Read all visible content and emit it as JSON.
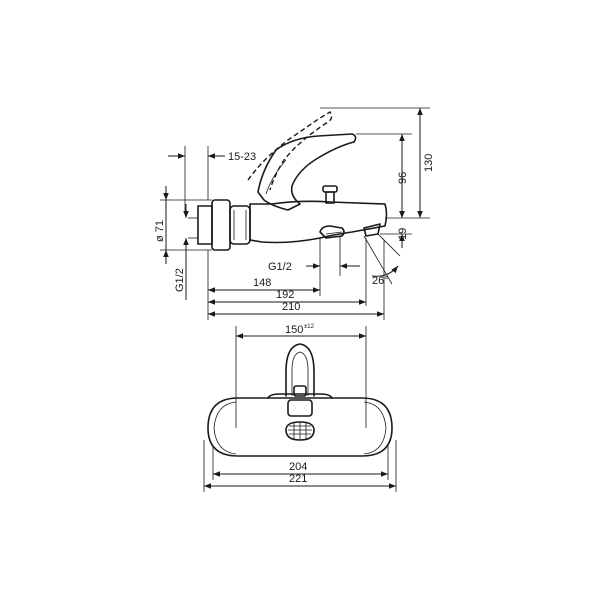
{
  "dimensions": {
    "offset_15_23": "15-23",
    "diameter_71": "ø 71",
    "thread_left": "G1/2",
    "thread_spout": "G1/2",
    "height_130": "130",
    "height_96": "96",
    "height_19": "19",
    "angle_26": "26°",
    "length_148": "148",
    "length_192": "192",
    "length_210": "210",
    "spacing_main": "150",
    "spacing_tolerance": "±12",
    "width_204": "204",
    "width_221": "221"
  }
}
